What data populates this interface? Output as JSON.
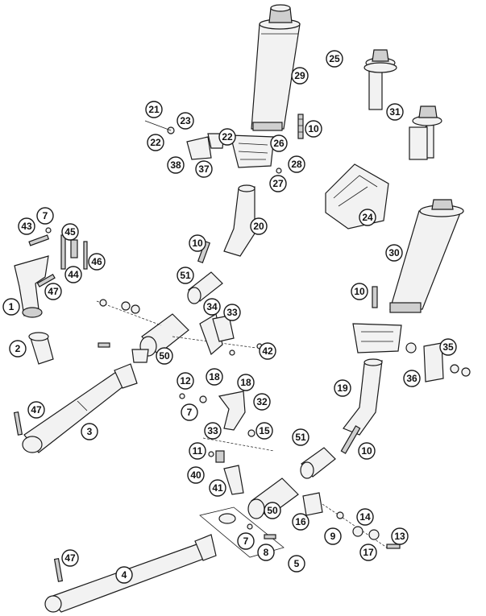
{
  "diagram": {
    "callouts": [
      "1",
      "2",
      "3",
      "4",
      "5",
      "7",
      "7",
      "7",
      "8",
      "9",
      "10",
      "10",
      "10",
      "10",
      "11",
      "12",
      "13",
      "14",
      "15",
      "16",
      "17",
      "18",
      "18",
      "19",
      "20",
      "21",
      "22",
      "22",
      "23",
      "24",
      "25",
      "26",
      "27",
      "28",
      "29",
      "30",
      "31",
      "32",
      "33",
      "33",
      "34",
      "35",
      "36",
      "37",
      "38",
      "40",
      "41",
      "42",
      "43",
      "44",
      "45",
      "46",
      "47",
      "47",
      "47",
      "50",
      "50",
      "51",
      "51"
    ]
  }
}
